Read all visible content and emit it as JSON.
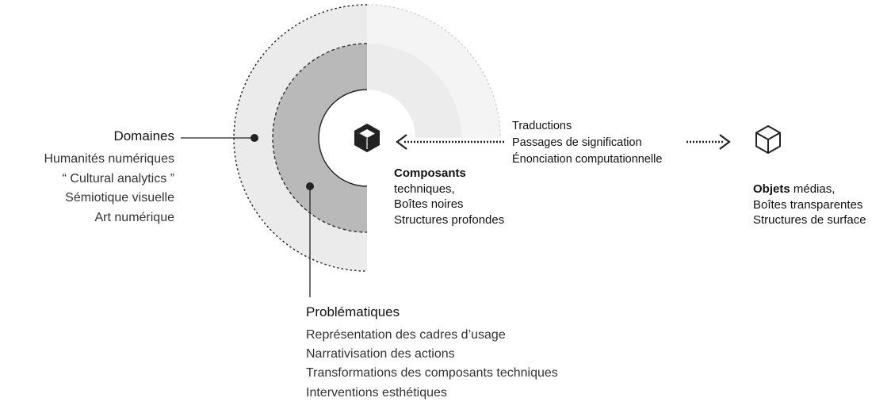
{
  "domaines": {
    "title": "Domaines",
    "items": [
      "Humanités numériques",
      "“ Cultural analytics ”",
      "Sémiotique visuelle",
      "Art numérique"
    ]
  },
  "problematiques": {
    "title": "Problématiques",
    "items": [
      "Représentation des cadres d’usage",
      "Narrativisation des actions",
      "Transformations des composants techniques",
      "Interventions esthétiques"
    ]
  },
  "composants": {
    "title": "Composants",
    "items": [
      "techniques,",
      "Boîtes noires",
      "Structures profondes"
    ]
  },
  "objets": {
    "title": "Objets",
    "title_suffix": " médias,",
    "items": [
      "Boîtes transparentes",
      "Structures de surface"
    ]
  },
  "translations": {
    "items": [
      "Traductions",
      "Passages de signification",
      "Énonciation computationnelle"
    ]
  },
  "colors": {
    "outer_ring": "#ebebeb",
    "outer_ring_light": "#f4f4f4",
    "inner_ring": "#b9b9b9",
    "inner_ring_light": "#ececec",
    "line": "#222222"
  },
  "icons": {
    "black_box": "cube-solid-icon",
    "transparent_box": "cube-outline-icon"
  }
}
